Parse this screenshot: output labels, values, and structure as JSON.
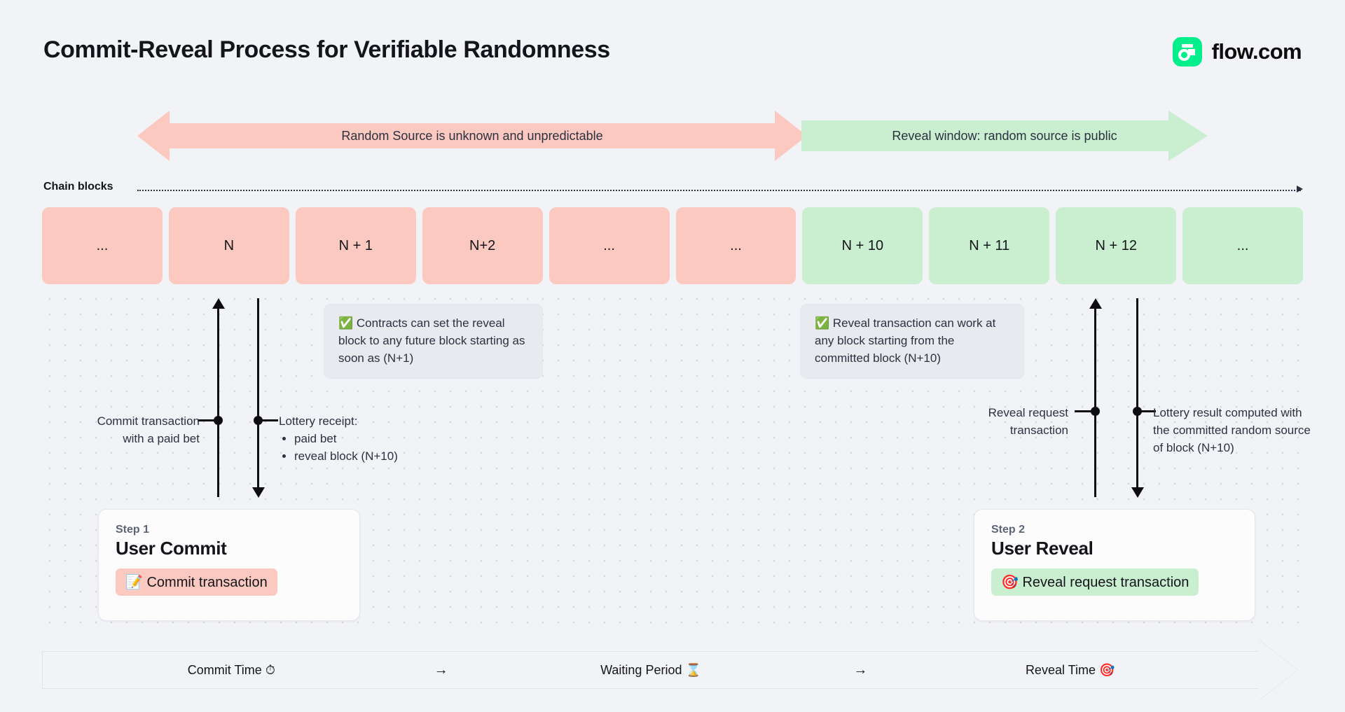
{
  "header": {
    "title": "Commit-Reveal Process for Verifiable Randomness",
    "brand_name": "flow.com",
    "brand_color": "#00ef8b"
  },
  "banners": [
    {
      "id": "unknown",
      "label": "Random Source is unknown and unpredictable",
      "color": "#fbc9c0",
      "direction": "both"
    },
    {
      "id": "reveal",
      "label": "Reveal window: random source is public",
      "color": "#c9eed0",
      "direction": "right"
    }
  ],
  "chain": {
    "label": "Chain blocks",
    "blocks": [
      {
        "label": "...",
        "state": "unknown"
      },
      {
        "label": "N",
        "state": "unknown"
      },
      {
        "label": "N + 1",
        "state": "unknown"
      },
      {
        "label": "N+2",
        "state": "unknown"
      },
      {
        "label": "...",
        "state": "unknown"
      },
      {
        "label": "...",
        "state": "unknown"
      },
      {
        "label": "N + 10",
        "state": "revealed"
      },
      {
        "label": "N + 11",
        "state": "revealed"
      },
      {
        "label": "N + 12",
        "state": "revealed"
      },
      {
        "label": "...",
        "state": "revealed"
      }
    ],
    "colors": {
      "unknown": "#fbc9c0",
      "revealed": "#c9eed0"
    }
  },
  "callouts": [
    {
      "id": "commit-window",
      "icon": "white-check-mark",
      "text": "Contracts can set the reveal block to any future block starting as soon as (N+1)"
    },
    {
      "id": "reveal-window",
      "icon": "white-check-mark",
      "text": "Reveal transaction can work at any block starting from the committed block (N+10)"
    }
  ],
  "annotations": {
    "commit": {
      "line1": "Commit transaction",
      "line2": "with a paid bet"
    },
    "receipt": {
      "title": "Lottery receipt:",
      "bullets": [
        "paid bet",
        "reveal block (N+10)"
      ]
    },
    "reveal_request": {
      "line1": "Reveal request",
      "line2": "transaction"
    },
    "lottery_result": {
      "text": "Lottery result computed with the committed random source of block (N+10)"
    }
  },
  "steps": [
    {
      "kicker": "Step 1",
      "title": "User Commit",
      "pill_icon": "memo",
      "pill_label": "Commit transaction",
      "pill_color": "#fbc9c0"
    },
    {
      "kicker": "Step 2",
      "title": "User Reveal",
      "pill_icon": "dart",
      "pill_label": "Reveal request transaction",
      "pill_color": "#c9eed0"
    }
  ],
  "timeline": {
    "phases": [
      {
        "label": "Commit Time",
        "icon": "stopwatch"
      },
      {
        "label": "Waiting Period",
        "icon": "hourglass"
      },
      {
        "label": "Reveal Time",
        "icon": "dart"
      }
    ],
    "separator": "→"
  }
}
